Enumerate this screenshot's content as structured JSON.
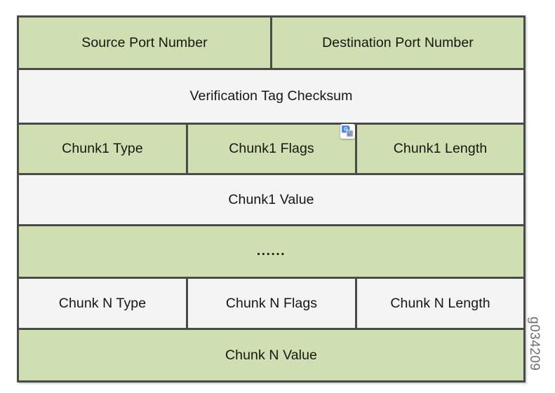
{
  "figure": {
    "id_label": "g034209",
    "colors": {
      "header_fill": "#cfdfb1",
      "value_fill": "#f4f4f4",
      "border": "#4a4a48",
      "text": "#16160f",
      "id_label_color": "#6e6e6e"
    },
    "rows": [
      {
        "name": "ports-row",
        "fill": "green",
        "cells": [
          {
            "label": "Source Port Number",
            "span": "half"
          },
          {
            "label": "Destination Port Number",
            "span": "half"
          }
        ]
      },
      {
        "name": "verification-row",
        "fill": "white",
        "cells": [
          {
            "label": "Verification Tag Checksum",
            "span": "full"
          }
        ]
      },
      {
        "name": "chunk1-header-row",
        "fill": "green",
        "cells": [
          {
            "label": "Chunk1 Type",
            "span": "third"
          },
          {
            "label": "Chunk1 Flags",
            "span": "third"
          },
          {
            "label": "Chunk1 Length",
            "span": "third"
          }
        ]
      },
      {
        "name": "chunk1-value-row",
        "fill": "white",
        "cells": [
          {
            "label": "Chunk1 Value",
            "span": "full"
          }
        ]
      },
      {
        "name": "ellipsis-row",
        "fill": "green",
        "cells": [
          {
            "label": "......",
            "span": "full"
          }
        ]
      },
      {
        "name": "chunkn-header-row",
        "fill": "white",
        "cells": [
          {
            "label": "Chunk N Type",
            "span": "third"
          },
          {
            "label": "Chunk N Flags",
            "span": "third"
          },
          {
            "label": "Chunk N Length",
            "span": "third"
          }
        ]
      },
      {
        "name": "chunkn-value-row",
        "fill": "green",
        "cells": [
          {
            "label": "Chunk N Value",
            "span": "full"
          }
        ]
      }
    ]
  },
  "overlay": {
    "translate_badge": {
      "icon": "google-translate-icon",
      "letter": "G"
    }
  }
}
